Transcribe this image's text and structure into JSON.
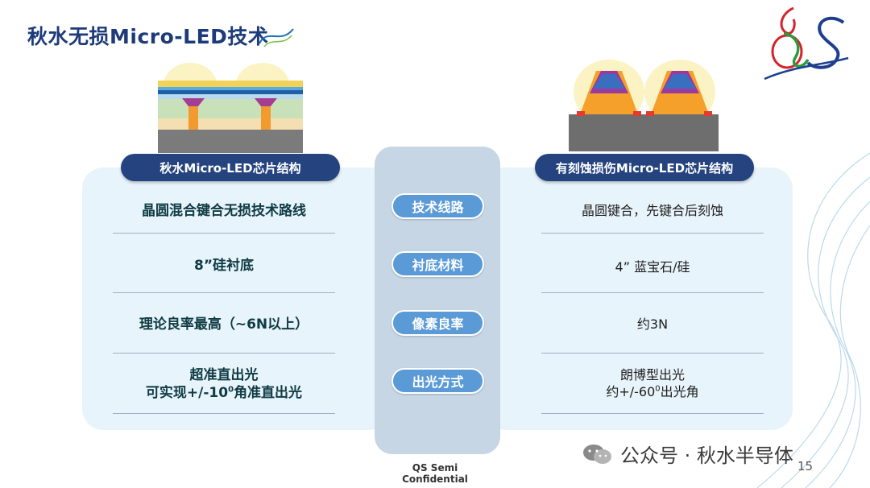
{
  "title": "秋水无损Micro-LED技术",
  "left_header": "秋水Micro-LED芯片结构",
  "right_header": "有刻蚀损伤Micro-LED芯片结构",
  "rows": [
    {
      "category": "技术线路",
      "left": "晶圆混合键合无损技术路线",
      "right": "晶圆键合，先键合后刻蚀"
    },
    {
      "category": "衬底材料",
      "left": "8”硅衬底",
      "right": "4” 蓝宝石/硅"
    },
    {
      "category": "像素良率",
      "left": "理论良率最高（~6N以上）",
      "right": "约3N"
    },
    {
      "category": "出光方式",
      "left_line1": "超准直出光",
      "left_line2_a": "可实现+/-10",
      "left_sup": "0",
      "left_line2_b": "角准直出光",
      "right_line1": "朗博型出光",
      "right_line2_a": "约+/-60",
      "right_sup": "0",
      "right_line2_b": "出光角"
    }
  ],
  "footer": "QS Semi Confidential",
  "watermark": "公众号 · 秋水半导体",
  "page_number": "15",
  "icons": [
    "logo-icon",
    "wechat-icon",
    "title-swoosh-icon"
  ],
  "colors": {
    "title": "#1d3b7a",
    "header_pill": "#25447f",
    "mid_pill": "#5a9ad6",
    "panel": "#e8f4fb",
    "center_column": "#c6d6e5"
  }
}
